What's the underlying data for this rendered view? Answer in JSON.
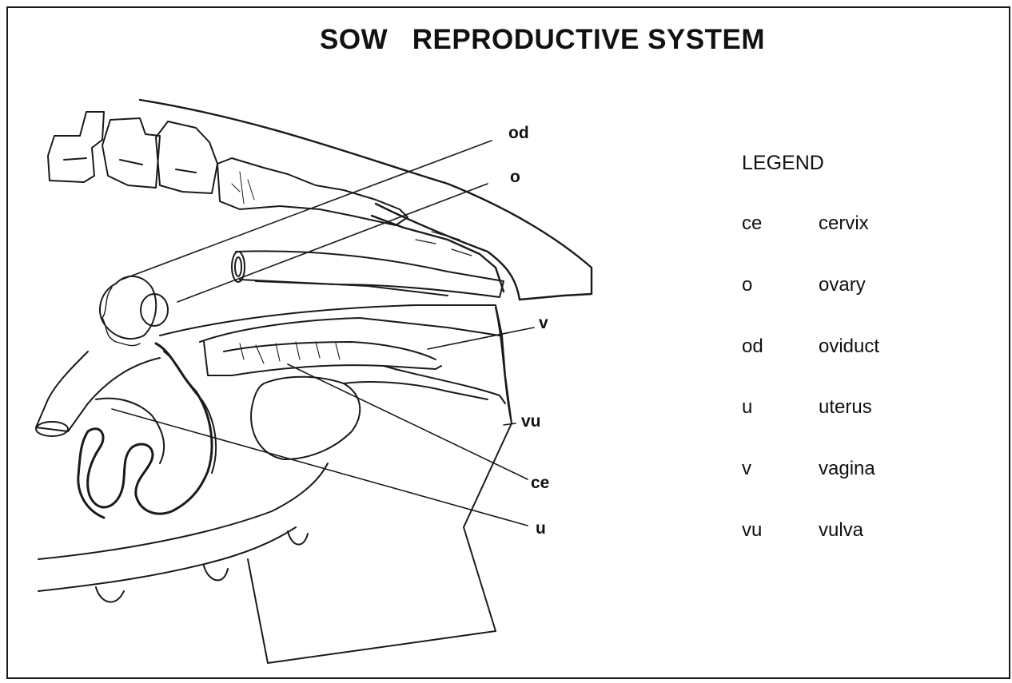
{
  "title": "SOW   REPRODUCTIVE SYSTEM",
  "labels": {
    "od": "od",
    "o": "o",
    "v": "v",
    "vu": "vu",
    "ce": "ce",
    "u": "u"
  },
  "legend": {
    "heading": "LEGEND",
    "items": [
      {
        "abbr": "ce",
        "term": "cervix"
      },
      {
        "abbr": "o",
        "term": "ovary"
      },
      {
        "abbr": "od",
        "term": "oviduct"
      },
      {
        "abbr": "u",
        "term": "uterus"
      },
      {
        "abbr": "v",
        "term": "vagina"
      },
      {
        "abbr": "vu",
        "term": "vulva"
      }
    ]
  }
}
